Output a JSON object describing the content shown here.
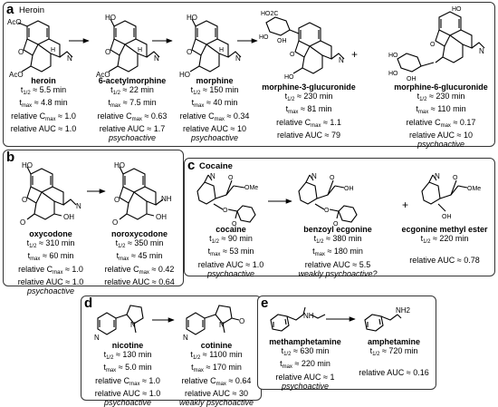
{
  "panels": {
    "a": {
      "label": "a",
      "title": "Heroin",
      "compounds": [
        {
          "name": "heroin",
          "l1": "t",
          "s1": "1/2",
          "v1": " ≈ 5.5 min",
          "l2": "t",
          "s2": "max",
          "v2": " ≈ 4.8 min",
          "l3": "relative C",
          "s3": "max",
          "v3": " ≈ 1.0",
          "auc": "relative AUC ≈ 1.0",
          "psy": ""
        },
        {
          "name": "6-acetylmorphine",
          "l1": "t",
          "s1": "1/2",
          "v1": " ≈ 22 min",
          "l2": "t",
          "s2": "max",
          "v2": " ≈ 7.5 min",
          "l3": "relative C",
          "s3": "max",
          "v3": " ≈ 0.63",
          "auc": "relative AUC ≈ 1.7",
          "psy": "psychoactive"
        },
        {
          "name": "morphine",
          "l1": "t",
          "s1": "1/2",
          "v1": " ≈ 150 min",
          "l2": "t",
          "s2": "max",
          "v2": " ≈ 40 min",
          "l3": "relative C",
          "s3": "max",
          "v3": " ≈ 0.34",
          "auc": "relative AUC ≈ 10",
          "psy": "psychoactive"
        },
        {
          "name": "morphine-3-glucuronide",
          "l1": "t",
          "s1": "1/2",
          "v1": " ≈ 230 min",
          "l2": "t",
          "s2": "max",
          "v2": " ≈ 81 min",
          "l3": "relative C",
          "s3": "max",
          "v3": " ≈ 1.1",
          "auc": "relative AUC ≈ 79",
          "psy": ""
        },
        {
          "name": "morphine-6-glucuronide",
          "l1": "t",
          "s1": "1/2",
          "v1": " ≈ 230 min",
          "l2": "t",
          "s2": "max",
          "v2": " ≈ 110 min",
          "l3": "relative C",
          "s3": "max",
          "v3": " ≈ 0.17",
          "auc": "relative AUC ≈ 10",
          "psy": "psychoactive"
        }
      ]
    },
    "b": {
      "label": "b",
      "compounds": [
        {
          "name": "oxycodone",
          "l1": "t",
          "s1": "1/2",
          "v1": " ≈ 310 min",
          "l2": "t",
          "s2": "max",
          "v2": " ≈ 60 min",
          "l3": "relative C",
          "s3": "max",
          "v3": " ≈ 1.0",
          "auc": "relative AUC ≈ 1.0",
          "psy": "psychoactive"
        },
        {
          "name": "noroxycodone",
          "l1": "t",
          "s1": "1/2",
          "v1": " ≈ 350 min",
          "l2": "t",
          "s2": "max",
          "v2": " ≈ 45 min",
          "l3": "relative C",
          "s3": "max",
          "v3": " ≈ 0.42",
          "auc": "relative AUC ≈ 0.64",
          "psy": ""
        }
      ]
    },
    "c": {
      "label": "c",
      "title": "Cocaine",
      "compounds": [
        {
          "name": "cocaine",
          "l1": "t",
          "s1": "1/2",
          "v1": " ≈ 90 min",
          "l2": "t",
          "s2": "max",
          "v2": " ≈ 53 min",
          "auc": "relative AUC ≈ 1.0",
          "psy": "psychoactive"
        },
        {
          "name": "benzoyl ecgonine",
          "l1": "t",
          "s1": "1/2",
          "v1": " ≈ 380 min",
          "l2": "t",
          "s2": "max",
          "v2": " ≈ 180 min",
          "auc": "relative AUC ≈ 5.5",
          "psy": "weakly psychoactive?"
        },
        {
          "name": "ecgonine methyl ester",
          "l1": "t",
          "s1": "1/2",
          "v1": " ≈ 220 min",
          "auc": "relative AUC ≈ 0.78",
          "psy": ""
        }
      ]
    },
    "d": {
      "label": "d",
      "compounds": [
        {
          "name": "nicotine",
          "l1": "t",
          "s1": "1/2",
          "v1": " ≈ 130 min",
          "l2": "t",
          "s2": "max",
          "v2": " ≈ 5.0 min",
          "l3": "relative C",
          "s3": "max",
          "v3": " ≈ 1.0",
          "auc": "relative AUC ≈ 1.0",
          "psy": "psychoactive"
        },
        {
          "name": "cotinine",
          "l1": "t",
          "s1": "1/2",
          "v1": " ≈ 1100 min",
          "l2": "t",
          "s2": "max",
          "v2": " ≈ 170 min",
          "l3": "relative C",
          "s3": "max",
          "v3": " ≈ 0.64",
          "auc": "relative AUC ≈ 30",
          "psy": "weakly psychoactive"
        }
      ]
    },
    "e": {
      "label": "e",
      "compounds": [
        {
          "name": "methamphetamine",
          "l1": "t",
          "s1": "1/2",
          "v1": " ≈ 630 min",
          "l2": "t",
          "s2": "max",
          "v2": " ≈ 220 min",
          "auc": "relative AUC ≈ 1",
          "psy": "psychoactive"
        },
        {
          "name": "amphetamine",
          "l1": "t",
          "s1": "1/2",
          "v1": " ≈ 720 min",
          "auc": "relative AUC ≈ 0.16",
          "psy": ""
        }
      ]
    }
  },
  "atoms": {
    "aco": "AcO",
    "ho": "HO",
    "oh": "OH",
    "o": "O",
    "n": "N",
    "h": "H",
    "nh": "NH",
    "nh2": "NH2",
    "ome": "OMe",
    "cooh": "HO2C",
    "plus": "+"
  }
}
